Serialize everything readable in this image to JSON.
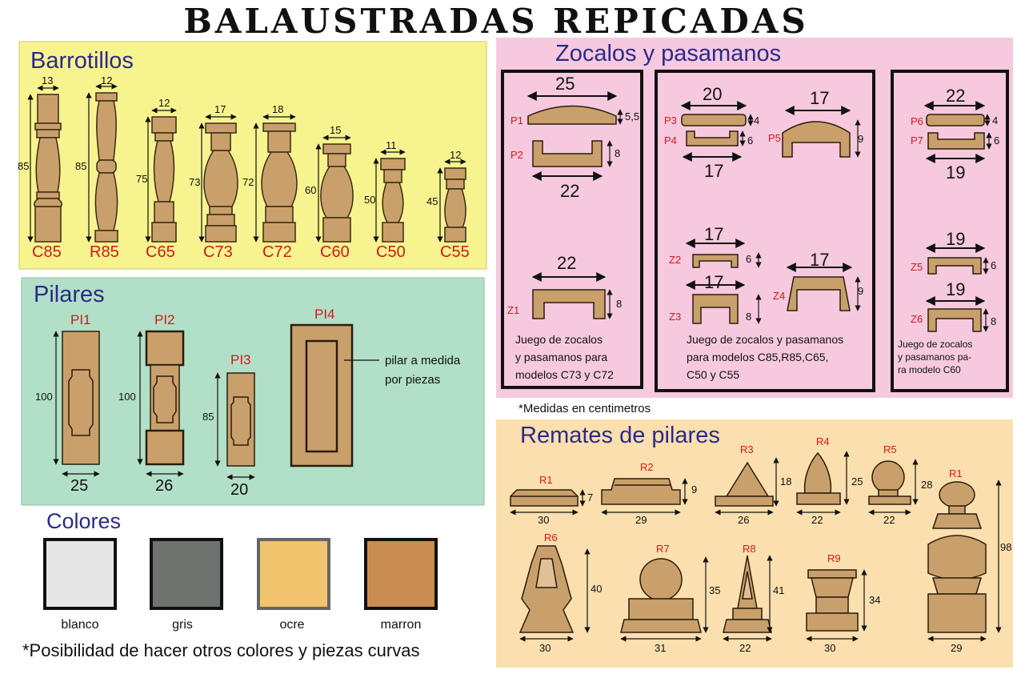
{
  "title": "BALAUSTRADAS REPICADAS",
  "colors": {
    "yellow_panel": "#f7f38f",
    "pink_panel": "#f6c9df",
    "green_panel": "#b1dfc7",
    "orange_panel": "#fbdfae",
    "piece_fill": "#c9a06b",
    "heading": "#2b2a8c",
    "label_red": "#d11a1a"
  },
  "barrotillos": {
    "heading": "Barrotillos",
    "items": [
      {
        "code": "C85",
        "height": "85",
        "width": "13"
      },
      {
        "code": "R85",
        "height": "85",
        "width": "12"
      },
      {
        "code": "C65",
        "height": "75",
        "width": "12"
      },
      {
        "code": "C73",
        "height": "73",
        "width": "17"
      },
      {
        "code": "C72",
        "height": "72",
        "width": "18"
      },
      {
        "code": "C60",
        "height": "60",
        "width": "15"
      },
      {
        "code": "C50",
        "height": "50",
        "width": "11"
      },
      {
        "code": "C55",
        "height": "45",
        "width": "12"
      }
    ]
  },
  "pilares": {
    "heading": "Pilares",
    "items": [
      {
        "code": "PI1",
        "height": "100",
        "width": "25"
      },
      {
        "code": "PI2",
        "height": "100",
        "width": "26"
      },
      {
        "code": "PI3",
        "height": "85",
        "width": "20"
      },
      {
        "code": "PI4",
        "height": "",
        "width": ""
      }
    ],
    "note": [
      "pilar a medida",
      "por piezas"
    ]
  },
  "colores": {
    "heading": "Colores",
    "items": [
      {
        "name": "blanco",
        "color": "#e6e6e6"
      },
      {
        "name": "gris",
        "color": "#6f7370"
      },
      {
        "name": "ocre",
        "color": "#f2c36d"
      },
      {
        "name": "marron",
        "color": "#c98e4f"
      }
    ],
    "footnote": "*Posibilidad de hacer otros colores y piezas curvas"
  },
  "zocalos": {
    "heading": "Zocalos y pasamanos",
    "group1": {
      "top_width": "25",
      "p1": "P1",
      "p1_h": "5,5",
      "p2": "P2",
      "p2_h": "8",
      "bottom_width": "22",
      "z1_width": "22",
      "z1": "Z1",
      "z1_h": "8",
      "desc": [
        "Juego de zocalos",
        "y pasamanos para",
        "modelos C73 y C72"
      ]
    },
    "group2": {
      "p3_width": "20",
      "p3": "P3",
      "p3_h": "4",
      "p4": "P4",
      "p4_h": "6",
      "p4_width": "17",
      "p5_width": "17",
      "p5": "P5",
      "p5_h": "9",
      "z2_width": "17",
      "z2": "Z2",
      "z2_h": "6",
      "z3_width": "17",
      "z3": "Z3",
      "z3_h": "8",
      "z4_width": "17",
      "z4": "Z4",
      "z4_h": "9",
      "desc": [
        "Juego de zocalos y pasamanos",
        "para modelos  C85,R85,C65,",
        "C50 y C55"
      ]
    },
    "group3": {
      "p6_width": "22",
      "p6": "P6",
      "p6_h": "4",
      "p7": "P7",
      "p7_h": "6",
      "p7_width": "19",
      "z5_width": "19",
      "z5": "Z5",
      "z5_h": "6",
      "z6_width": "19",
      "z6": "Z6",
      "z6_h": "8",
      "desc": [
        "Juego de zocalos",
        "y pasamanos pa-",
        "ra modelo C60"
      ]
    },
    "footnote": "*Medidas en centimetros"
  },
  "remates": {
    "heading": "Remates de pilares",
    "items": [
      {
        "code": "R1",
        "height": "7",
        "width": "30"
      },
      {
        "code": "R2",
        "height": "9",
        "width": "29"
      },
      {
        "code": "R3",
        "height": "18",
        "width": "26"
      },
      {
        "code": "R4",
        "height": "25",
        "width": "22"
      },
      {
        "code": "R5",
        "height": "28",
        "width": "22"
      },
      {
        "code": "R1",
        "height": "98",
        "width": "29"
      },
      {
        "code": "R6",
        "height": "40",
        "width": "30"
      },
      {
        "code": "R7",
        "height": "35",
        "width": "31"
      },
      {
        "code": "R8",
        "height": "41",
        "width": "22"
      },
      {
        "code": "R9",
        "height": "34",
        "width": "30"
      }
    ]
  }
}
